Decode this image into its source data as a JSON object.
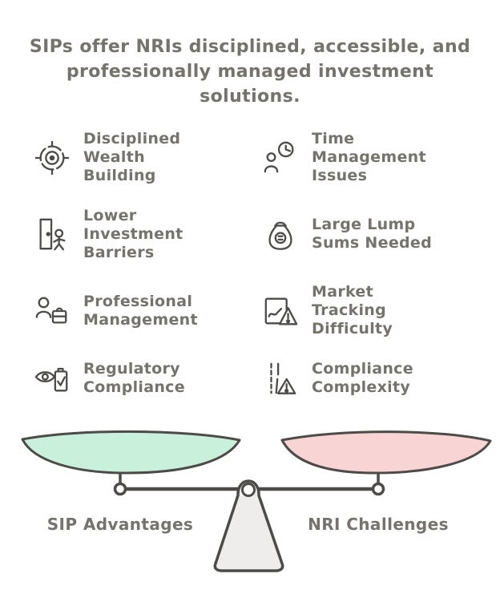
{
  "title": "SIPs offer NRIs disciplined, accessible, and professionally managed investment solutions.",
  "left_items": [
    {
      "icon": "target-icon",
      "label": "Disciplined Wealth Building"
    },
    {
      "icon": "door-exit-icon",
      "label": "Lower Investment Barriers"
    },
    {
      "icon": "manager-icon",
      "label": "Professional Management"
    },
    {
      "icon": "eye-checklist-icon",
      "label": "Regulatory Compliance"
    }
  ],
  "right_items": [
    {
      "icon": "person-clock-icon",
      "label": "Time Management Issues"
    },
    {
      "icon": "money-bag-icon",
      "label": "Large Lump Sums Needed"
    },
    {
      "icon": "chart-warning-icon",
      "label": "Market Tracking Difficulty"
    },
    {
      "icon": "compliance-warning-icon",
      "label": "Compliance Complexity"
    }
  ],
  "scale": {
    "left_label": "SIP Advantages",
    "right_label": "NRI Challenges",
    "left_pan_color": "#c9f0da",
    "right_pan_color": "#f9d4d4",
    "fulcrum_color": "#eeedeb"
  },
  "colors": {
    "text": "#76726c",
    "icon_stroke": "#4d4b48"
  }
}
